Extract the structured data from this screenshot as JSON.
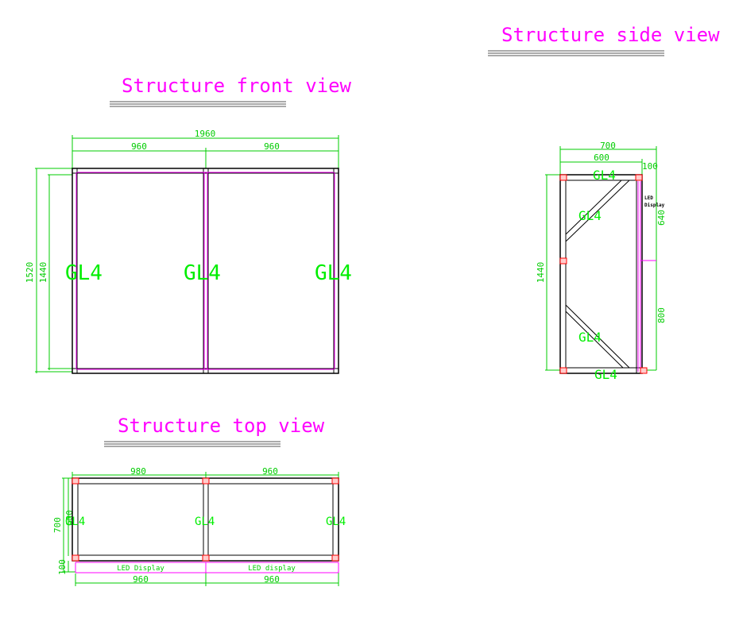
{
  "titles": {
    "front": "Structure front view",
    "side": "Structure side view",
    "top": "Structure top view"
  },
  "front_view": {
    "dim_total_width": "1960",
    "dim_left_width": "960",
    "dim_right_width": "960",
    "dim_total_height": "1520",
    "dim_inner_height": "1440",
    "label_left": "GL4",
    "label_center": "GL4",
    "label_right": "GL4"
  },
  "side_view": {
    "dim_total_width": "700",
    "dim_frame_width": "600",
    "dim_offset": "100",
    "dim_height": "1440",
    "dim_upper": "640",
    "dim_lower": "800",
    "label_top": "GL4",
    "label_upper_brace": "GL4",
    "label_lower_brace": "GL4",
    "label_bottom": "GL4",
    "led_line1": "LED",
    "led_line2": "Display"
  },
  "top_view": {
    "dim_left_width": "980",
    "dim_right_width": "960",
    "dim_depth": "700",
    "dim_inner": "600",
    "dim_offset": "100",
    "label_left": "GL4",
    "label_center": "GL4",
    "label_right": "GL4",
    "led_left": "LED Display",
    "led_right": "LED display",
    "dim_bottom_left": "960",
    "dim_bottom_right": "960"
  },
  "colors": {
    "frame": "#000000",
    "inner_line": "#ff00ff",
    "dimension": "#00cc00",
    "title": "#ff00ff",
    "joint": "#ff0000"
  }
}
